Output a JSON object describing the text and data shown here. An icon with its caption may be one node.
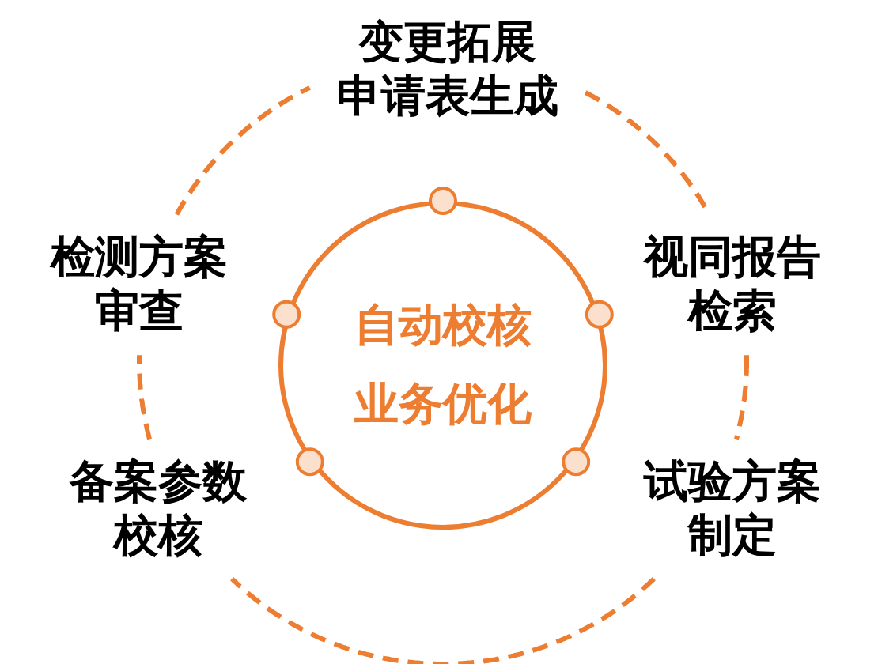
{
  "diagram": {
    "nodes": [
      {
        "text": [
          "自动校核业务优化"
        ]
      }
    ],
    "labels": [
      "变更拓展申请表生成",
      "检测方案审查",
      "视同报告检索",
      "备案参数校核",
      "试验方案制定"
    ]
  }
}
